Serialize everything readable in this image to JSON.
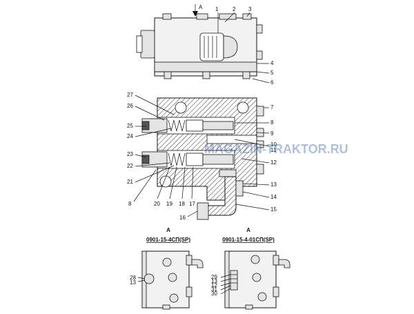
{
  "view_mark": "A",
  "callouts_top": [
    "1",
    "2",
    "3",
    "4",
    "5",
    "6"
  ],
  "callouts_section_right": [
    "7",
    "8",
    "9",
    "10",
    "11",
    "12",
    "13",
    "14",
    "15"
  ],
  "callouts_section_left": [
    "27",
    "26",
    "25",
    "24",
    "23",
    "22",
    "21"
  ],
  "callouts_section_bottom": [
    "8",
    "20",
    "19",
    "18",
    "17",
    "16"
  ],
  "watermark": "MAGAZIN-TRAKTOR.RU",
  "view_left": {
    "mark": "A",
    "designation": "0901-15-4СП(SP)",
    "callouts": [
      "28",
      "13"
    ]
  },
  "view_right": {
    "mark": "A",
    "designation": "0901-15-4-01СП(SP)",
    "callouts": [
      "29",
      "13",
      "12",
      "31",
      "30"
    ]
  }
}
